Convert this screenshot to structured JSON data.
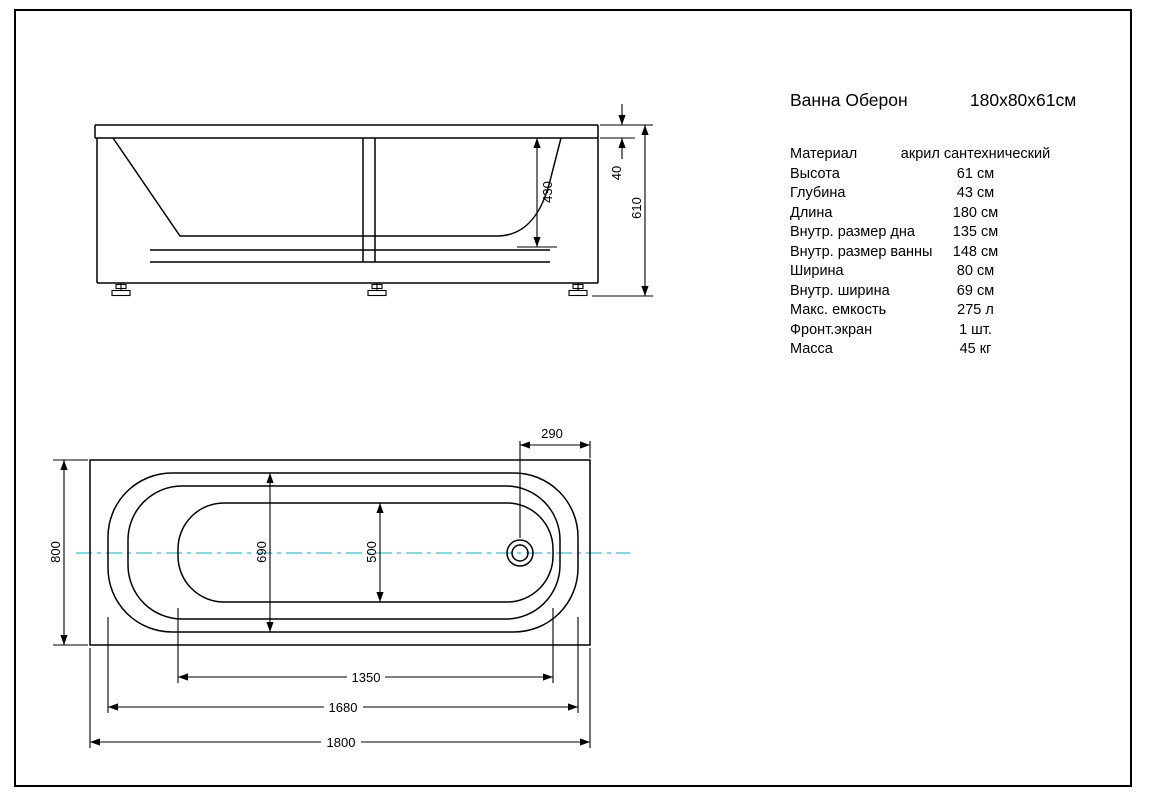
{
  "header": {
    "title": "Ванна Оберон",
    "size": "180x80x61см"
  },
  "specs": [
    {
      "label": "Материал",
      "value": "акрил сантехнический"
    },
    {
      "label": "Высота",
      "value": "61 см"
    },
    {
      "label": "Глубина",
      "value": "43 см"
    },
    {
      "label": "Длина",
      "value": "180 см"
    },
    {
      "label": "Внутр. размер дна",
      "value": "135 см"
    },
    {
      "label": "Внутр. размер ванны",
      "value": "148 см"
    },
    {
      "label": "Ширина",
      "value": "80 см"
    },
    {
      "label": "Внутр. ширина",
      "value": "69 см"
    },
    {
      "label": "Макс. емкость",
      "value": "275 л"
    },
    {
      "label": "Фронт.экран",
      "value": "1 шт."
    },
    {
      "label": "Масса",
      "value": "45 кг"
    }
  ],
  "side_view": {
    "depth": "430",
    "rim_height": "40",
    "total_height": "610"
  },
  "top_view": {
    "drain_offset": "290",
    "width": "800",
    "inner_width": "690",
    "bottom_width": "500",
    "bottom_length": "1350",
    "inner_length": "1680",
    "length": "1800"
  },
  "colors": {
    "line": "#000000",
    "centerline": "#2fc6cf"
  }
}
